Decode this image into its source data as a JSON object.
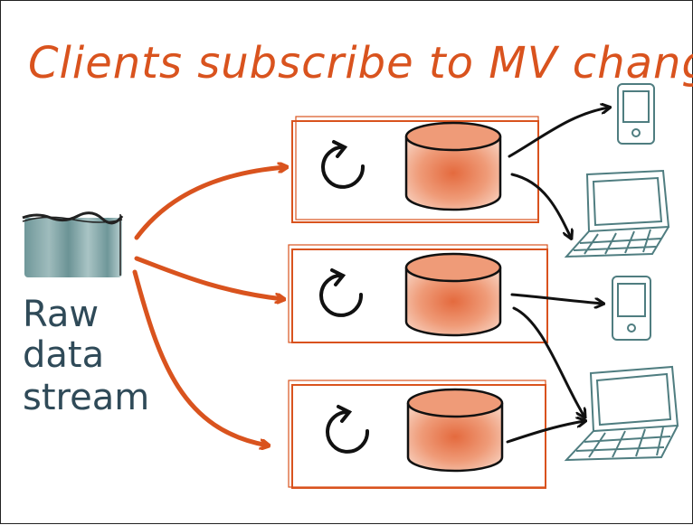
{
  "title": "Clients subscribe to MV changes",
  "source": {
    "label_lines": [
      "Raw",
      "data",
      "stream"
    ]
  },
  "colors": {
    "accent": "#d9531e",
    "stream": "#5f8a8c",
    "client": "#4f7d80",
    "ink": "#111111",
    "label": "#2f4a58"
  },
  "views": [
    {
      "name": "materialized-view-1",
      "icon": "refresh-icon"
    },
    {
      "name": "materialized-view-2",
      "icon": "refresh-icon"
    },
    {
      "name": "materialized-view-3",
      "icon": "refresh-icon"
    }
  ],
  "clients": [
    {
      "type": "phone",
      "icon": "phone-icon"
    },
    {
      "type": "laptop",
      "icon": "laptop-icon"
    },
    {
      "type": "phone",
      "icon": "phone-icon"
    },
    {
      "type": "laptop",
      "icon": "laptop-icon"
    }
  ]
}
